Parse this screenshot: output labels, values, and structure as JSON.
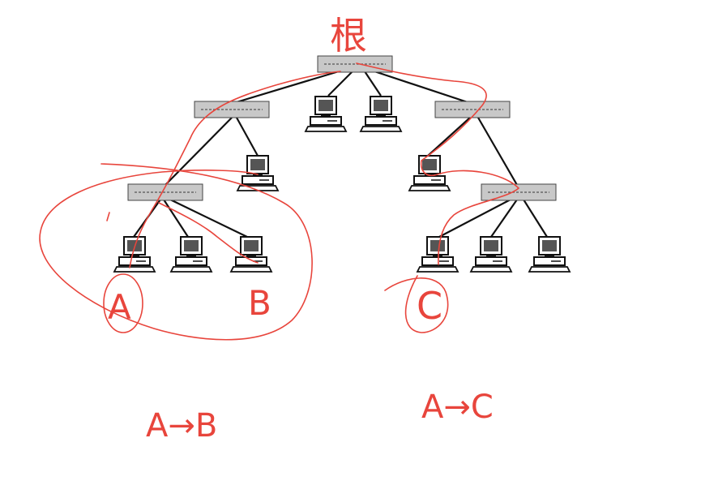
{
  "diagram": {
    "colors": {
      "link": "#111111",
      "switch_fill": "#c8c8c8",
      "switch_stripe": "#555555",
      "ink": "#e8453c",
      "computer_screen": "#555555",
      "computer_body": "#ffffff"
    },
    "labels": {
      "root": "根",
      "host_a": "A",
      "host_b": "B",
      "host_c": "C",
      "path_ab": "A→B",
      "path_ac": "A→C"
    }
  }
}
